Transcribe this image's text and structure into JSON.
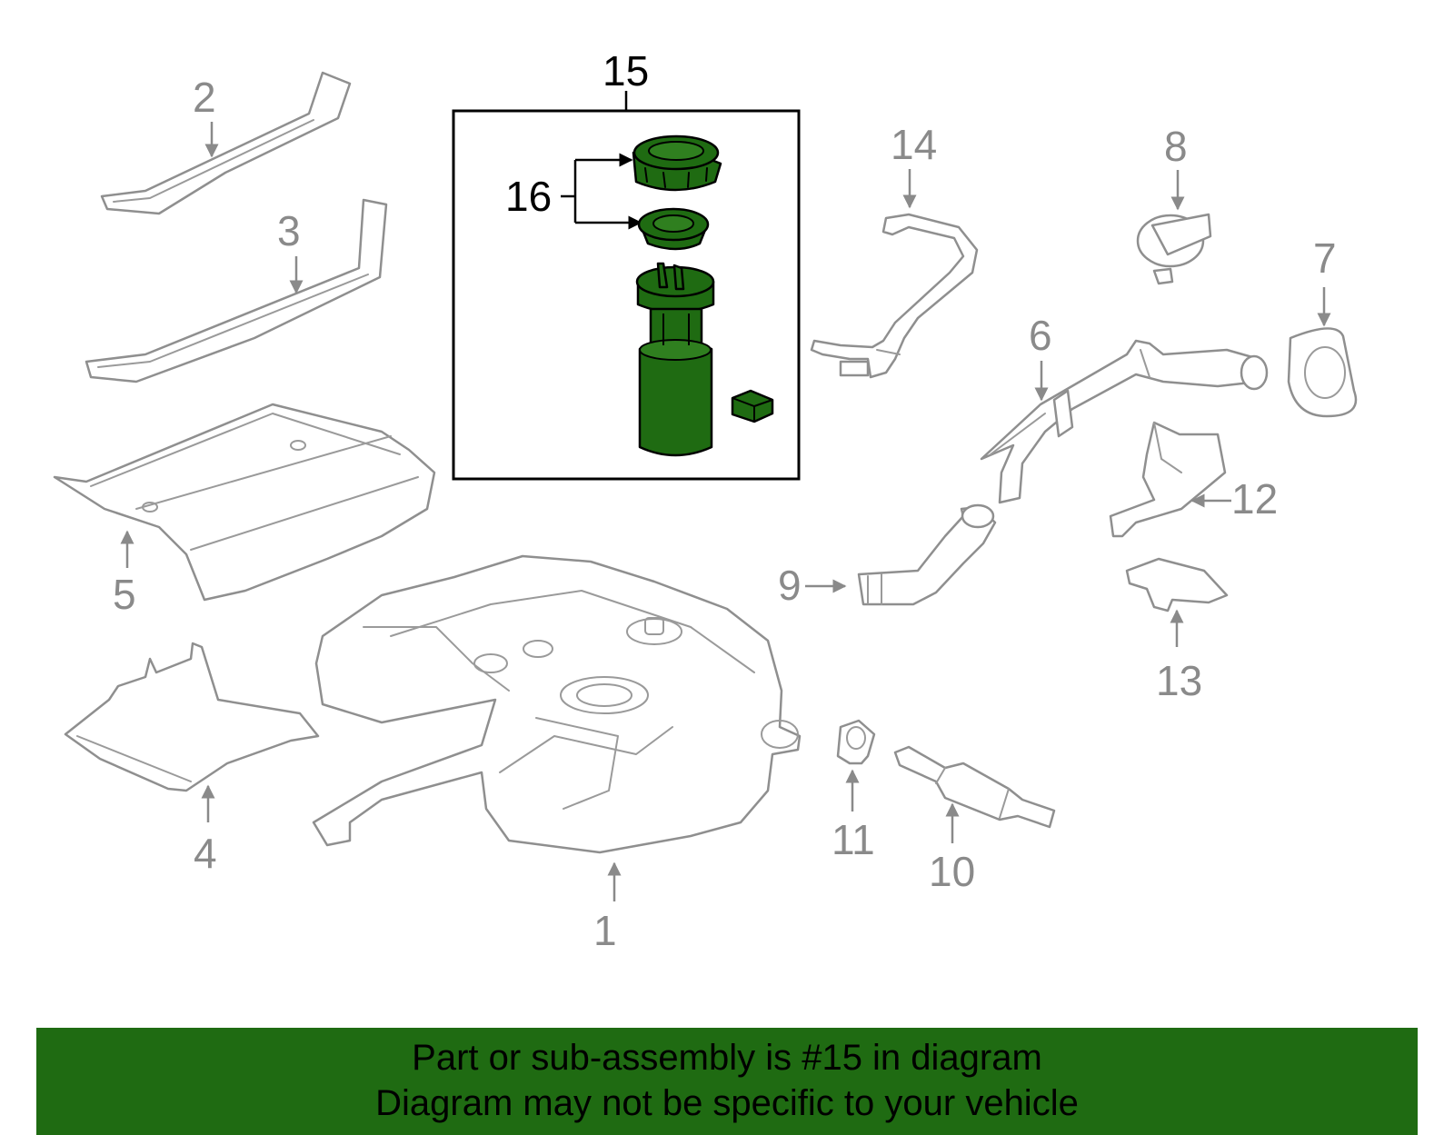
{
  "callouts": {
    "c1": "1",
    "c2": "2",
    "c3": "3",
    "c4": "4",
    "c5": "5",
    "c6": "6",
    "c7": "7",
    "c8": "8",
    "c9": "9",
    "c10": "10",
    "c11": "11",
    "c12": "12",
    "c13": "13",
    "c14": "14",
    "c15": "15",
    "c16": "16"
  },
  "highlight_color": "#1f6b12",
  "banner": {
    "line1": "Part or sub-assembly is #15 in diagram",
    "line2": "Diagram may not be specific to your vehicle"
  }
}
